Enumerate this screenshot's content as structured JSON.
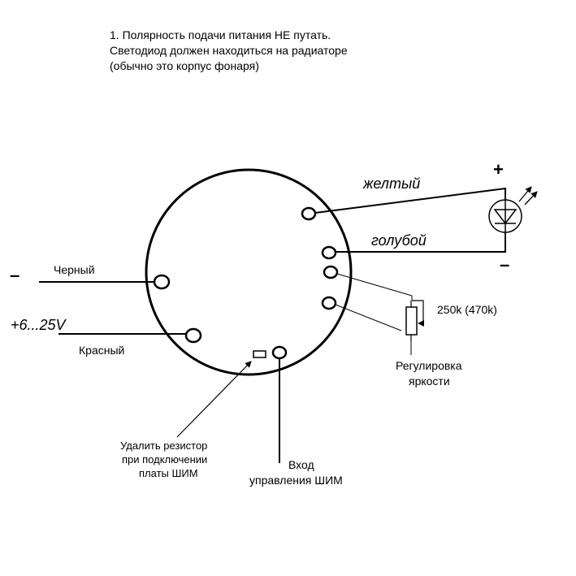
{
  "note": {
    "line1": "1. Полярность  подачи питания НЕ путать.",
    "line2": "Светодиод должен находиться на радиаторе",
    "line3": "(обычно это корпус фонаря)"
  },
  "left": {
    "minus_sign": "–",
    "black_label": "Черный",
    "voltage_label": "+6...25V",
    "red_label": "Красный"
  },
  "right": {
    "yellow_label": "желтый",
    "blue_label": "голубой",
    "plus_sign": "+",
    "minus_sign": "–",
    "pot_value": "250k (470k)",
    "brightness_line1": "Регулировка",
    "brightness_line2": "яркости"
  },
  "bottom": {
    "remove_line1": "Удалить резистор",
    "remove_line2": "при подключении",
    "remove_line3": "платы ШИМ",
    "pwm_line1": "Вход",
    "pwm_line2": "управления ШИМ"
  },
  "colors": {
    "ink": "#000000",
    "background": "#ffffff"
  },
  "icons": {
    "led": "led-diode-icon",
    "light_arrows": "emission-arrows-icon",
    "potentiometer": "potentiometer-icon"
  }
}
